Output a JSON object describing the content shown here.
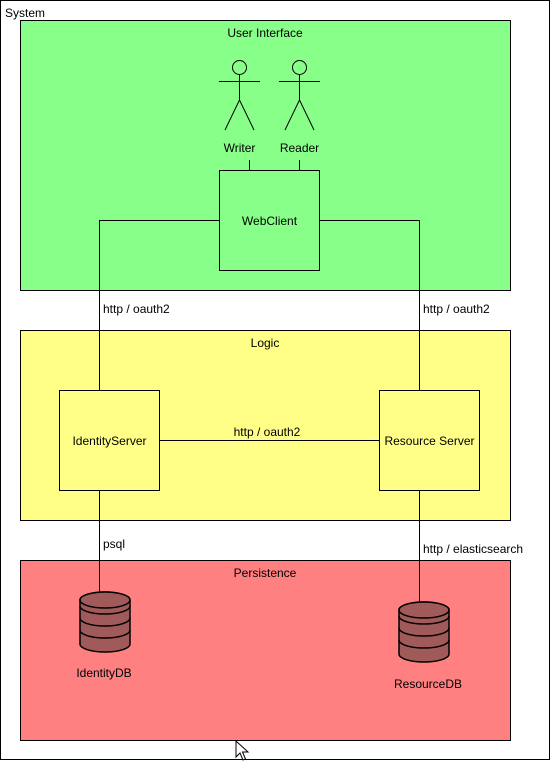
{
  "system": {
    "title": "System"
  },
  "zones": {
    "ui": {
      "title": "User Interface",
      "color": "#88ff88"
    },
    "logic": {
      "title": "Logic",
      "color": "#ffff88"
    },
    "persistence": {
      "title": "Persistence",
      "color": "#ff8080"
    }
  },
  "actors": [
    {
      "name": "Writer"
    },
    {
      "name": "Reader"
    }
  ],
  "nodes": {
    "webclient": "WebClient",
    "identity_server": "IdentityServer",
    "resource_server": "Resource Server"
  },
  "databases": {
    "identity_db": "IdentityDB",
    "resource_db": "ResourceDB",
    "db_color": "#a05a5a"
  },
  "edges": {
    "web_to_identity": "http / oauth2",
    "web_to_resource": "http / oauth2",
    "identity_to_resource": "http / oauth2",
    "identity_to_db": "psql",
    "resource_to_db": "http / elasticsearch"
  },
  "cursor": {
    "icon": "mouse-pointer-icon"
  }
}
